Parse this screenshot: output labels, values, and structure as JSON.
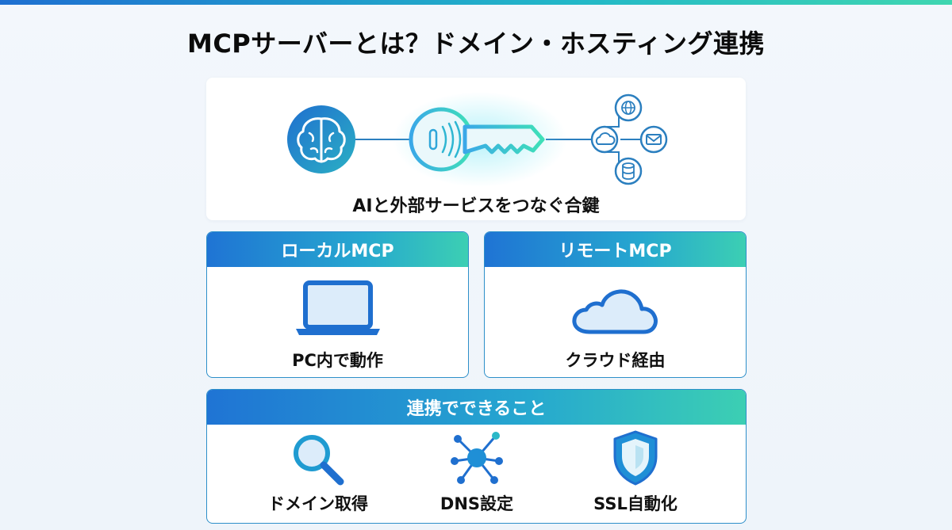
{
  "title": "MCPサーバーとは？ドメイン・ホスティング連携",
  "hero": {
    "caption": "AIと外部サービスをつなぐ合鍵",
    "icons": [
      "brain-icon",
      "key-icon",
      "cloud-icon",
      "globe-icon",
      "mail-icon",
      "database-icon"
    ]
  },
  "local_card": {
    "title": "ローカルMCP",
    "label": "PC内で動作",
    "icon": "laptop-icon"
  },
  "remote_card": {
    "title": "リモートMCP",
    "label": "クラウド経由",
    "icon": "cloud-icon"
  },
  "capabilities": {
    "title": "連携でできること",
    "items": [
      {
        "label": "ドメイン取得",
        "icon": "magnifier-icon"
      },
      {
        "label": "DNS設定",
        "icon": "network-icon"
      },
      {
        "label": "SSL自動化",
        "icon": "shield-icon"
      }
    ]
  },
  "colors": {
    "primary_blue": "#1f74d4",
    "teal": "#26a8cf",
    "green": "#3ccfb3",
    "light_fill": "#dcecfa"
  }
}
